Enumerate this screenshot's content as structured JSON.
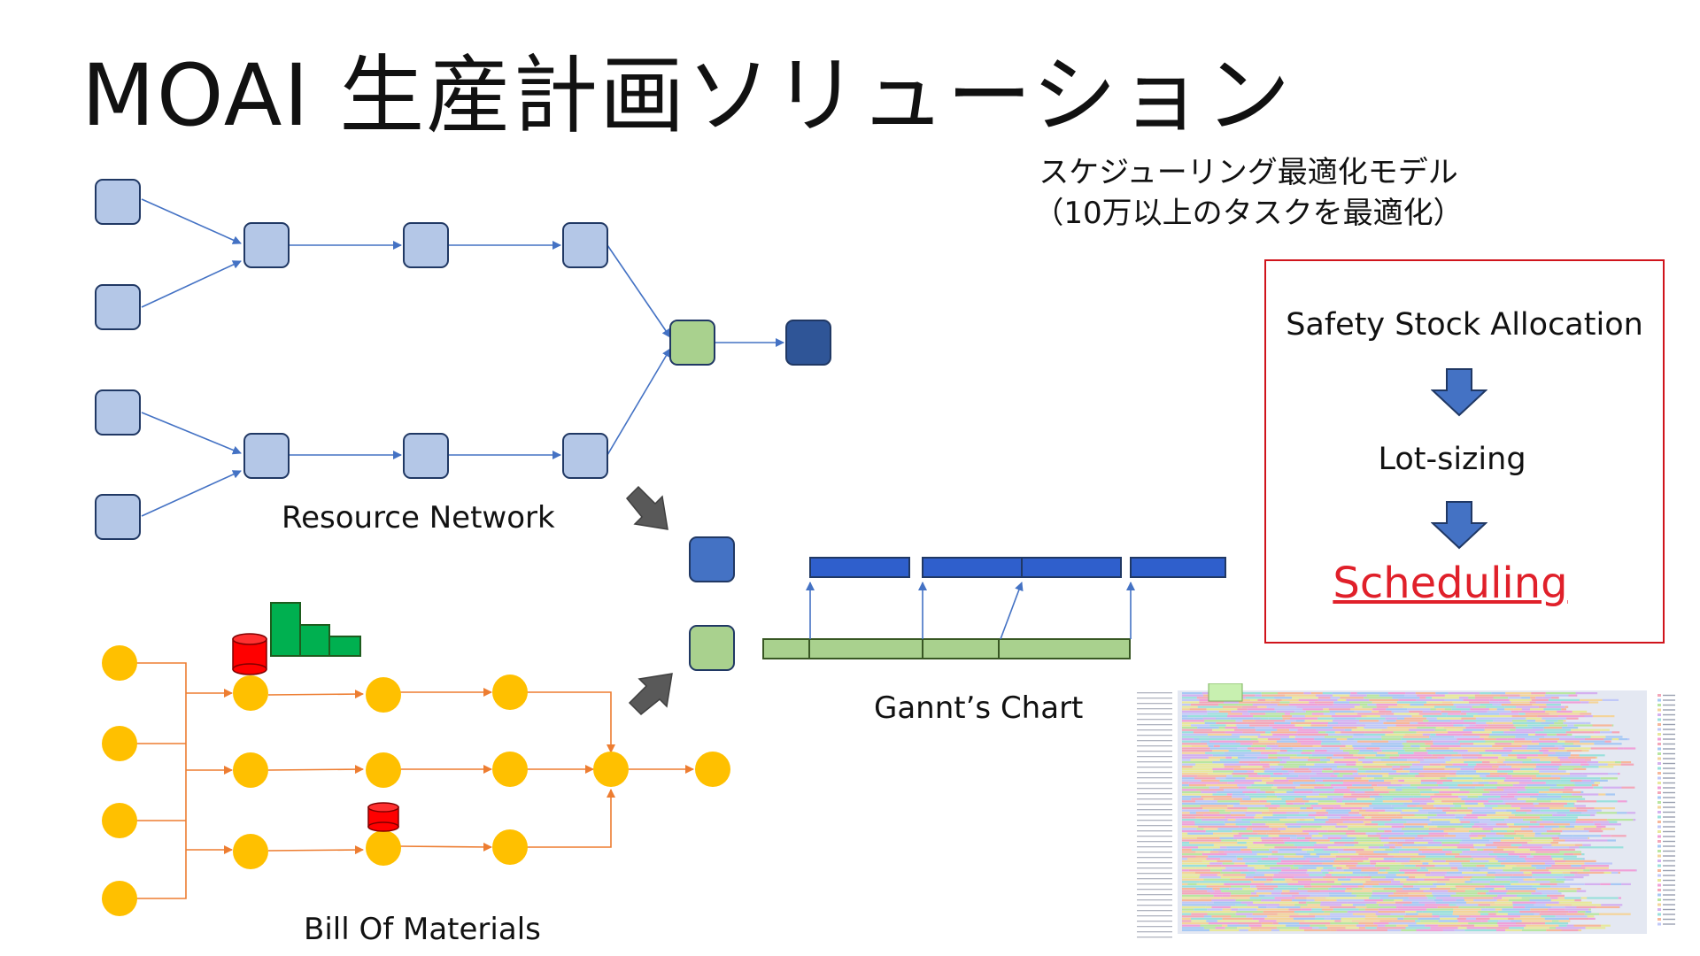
{
  "title": "MOAI 生産計画ソリューション",
  "subtitle": {
    "line1": "スケジューリング最適化モデル",
    "line2": "（10万以上のタスクを最適化）"
  },
  "labels": {
    "resource_network": "Resource Network",
    "bill_of_materials": "Bill Of Materials",
    "gantt_chart": "Gannt’s Chart"
  },
  "steps": [
    "Safety Stock Allocation",
    "Lot-sizing",
    "Scheduling"
  ],
  "colors": {
    "resource_node": "#b4c7e7",
    "resource_edge": "#4472c4",
    "machine_node": "#4472c4",
    "final_node": "#2f5597",
    "green_node": "#a9d18e",
    "bom_node": "#ffc000",
    "bom_edge": "#ed7d31",
    "inventory": "#ff0000",
    "histogram": "#00b050",
    "step_arrow": "#4472c4",
    "scheduling_text": "#e0202a",
    "frame": "#d0141c"
  }
}
